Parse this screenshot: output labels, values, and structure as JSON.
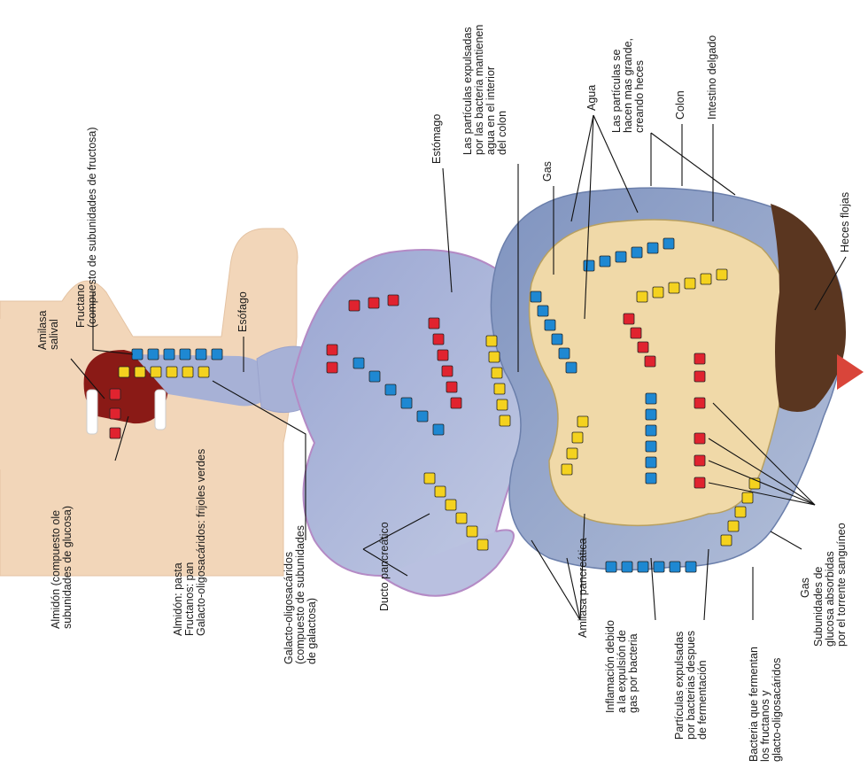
{
  "labels": {
    "amilasa_salival": [
      "Amilasa",
      "salival"
    ],
    "fructano": [
      "Fructano",
      "(compuesto de subunidades de fructosa)"
    ],
    "esofago": [
      "Esófago"
    ],
    "almidon": [
      "Almidón (compuesto ole",
      "subunidades de glucosa)"
    ],
    "alimentos": [
      "Almidón: pasta",
      "Fructanos: pan",
      "Galacto-oligosacáridos: frijoles verdes"
    ],
    "galacto": [
      "Galacto-oligosacáridos",
      "(compuesto de subunidades",
      "de galactosa)"
    ],
    "estomago": [
      "Estómago"
    ],
    "ducto": [
      "Ducto pancreático"
    ],
    "particulas_agua": [
      "Las partículas expulsadas",
      "por las bacteria mantienen",
      "agua en el interior",
      "del colon"
    ],
    "gas_top": [
      "Gas"
    ],
    "agua": [
      "Agua"
    ],
    "particulas_grandes": [
      "Las partículas se",
      "hacen mas grande,",
      "creando heces"
    ],
    "colon": [
      "Colon"
    ],
    "intestino": [
      "Intestino delgado"
    ],
    "heces": [
      "Heces flojas"
    ],
    "amilasa_pancreatica": [
      "Amilasa pancreática"
    ],
    "inflamacion": [
      "Inflamación debido",
      "a la expulsión de",
      "gas por bacteria"
    ],
    "particulas_fermentacion": [
      "Partículas expulsadas",
      "por bacterias despues",
      "de fermentación"
    ],
    "bacteria_fermentan": [
      "Bacteria que fermentan",
      "los fructanos y",
      "glacto-oligosacáridos"
    ],
    "gas_bottom": [
      "Gas"
    ],
    "subunidades": [
      "Subunidades de",
      "glucosa absorbidas",
      "por el torrente sanguíneo"
    ]
  },
  "colors": {
    "starch": "#e0232f",
    "fructan": "#1e88d2",
    "galacto": "#f4d21f",
    "stomach": "#a7b1d6",
    "intestine": "#f0d9a8",
    "colon": "#8e9fc4",
    "skin": "#f2d6b9",
    "stool": "#5a3620"
  }
}
